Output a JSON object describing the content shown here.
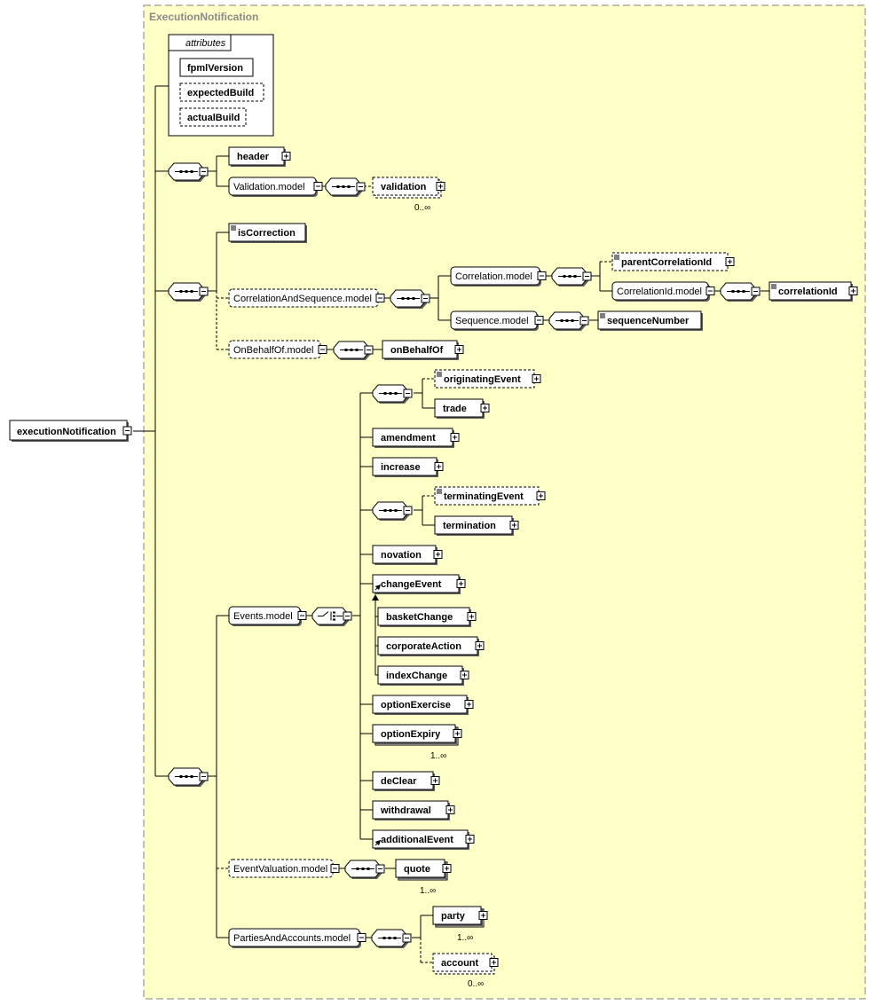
{
  "group_title": "ExecutionNotification",
  "root": "executionNotification",
  "attributes": {
    "title": "attributes",
    "items": [
      "fpmlVersion",
      "expectedBuild",
      "actualBuild"
    ]
  },
  "elements": {
    "header": "header",
    "validation": "validation",
    "isCorrection": "isCorrection",
    "parentCorrelationId": "parentCorrelationId",
    "correlationId": "correlationId",
    "sequenceNumber": "sequenceNumber",
    "onBehalfOf": "onBehalfOf",
    "originatingEvent": "originatingEvent",
    "trade": "trade",
    "amendment": "amendment",
    "increase": "increase",
    "terminatingEvent": "terminatingEvent",
    "termination": "termination",
    "novation": "novation",
    "changeEvent": "changeEvent",
    "basketChange": "basketChange",
    "corporateAction": "corporateAction",
    "indexChange": "indexChange",
    "optionExercise": "optionExercise",
    "optionExpiry": "optionExpiry",
    "deClear": "deClear",
    "withdrawal": "withdrawal",
    "additionalEvent": "additionalEvent",
    "quote": "quote",
    "party": "party",
    "account": "account"
  },
  "groups": {
    "validation_model": "Validation.model",
    "correlation_and_sequence_model": "CorrelationAndSequence.model",
    "correlation_model": "Correlation.model",
    "correlation_id_model": "CorrelationId.model",
    "sequence_model": "Sequence.model",
    "on_behalf_of_model": "OnBehalfOf.model",
    "events_model": "Events.model",
    "event_valuation_model": "EventValuation.model",
    "parties_and_accounts_model": "PartiesAndAccounts.model"
  },
  "cardinality": {
    "validation": "0..∞",
    "optionExpiry": "1..∞",
    "quote": "1..∞",
    "party": "1..∞",
    "account": "0..∞"
  },
  "colors": {
    "group_fill": "#ffffc8",
    "box_fill": "#ffffff",
    "line": "#000000",
    "dashed_border": "#808080"
  }
}
